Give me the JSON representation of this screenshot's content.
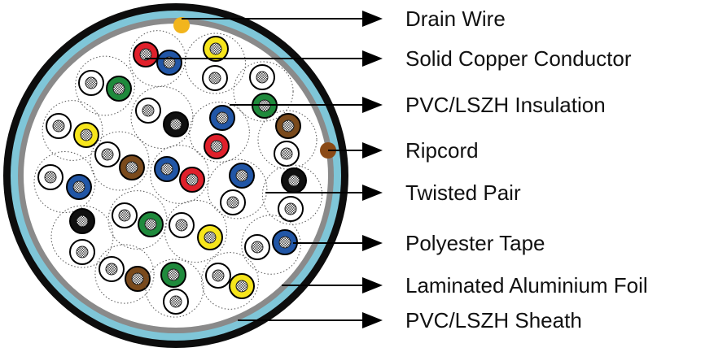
{
  "labels": [
    "Drain Wire",
    "Solid Copper Conductor",
    "PVC/LSZH Insulation",
    "Ripcord",
    "Twisted Pair",
    "Polyester Tape",
    "Laminated Aluminium Foil",
    "PVC/LSZH Sheath"
  ],
  "colors": {
    "sheath": "#0d0d0d",
    "foil": "#7fc6d8",
    "tape": "#8a8a8a",
    "background": "#ffffff",
    "drain": "#f2b51d",
    "ripcord": "#8b4a16",
    "pair_outline": "#555555",
    "arrow": "#000000",
    "insulation": {
      "red": "#e0202b",
      "blue": "#2156a6",
      "green": "#1f8a3c",
      "yellow": "#f6e51c",
      "brown": "#7a4a1c",
      "black": "#101010",
      "white": "#ffffff"
    }
  },
  "core_colors_visible": [
    "red",
    "blue",
    "green",
    "yellow",
    "brown",
    "black",
    "white"
  ]
}
